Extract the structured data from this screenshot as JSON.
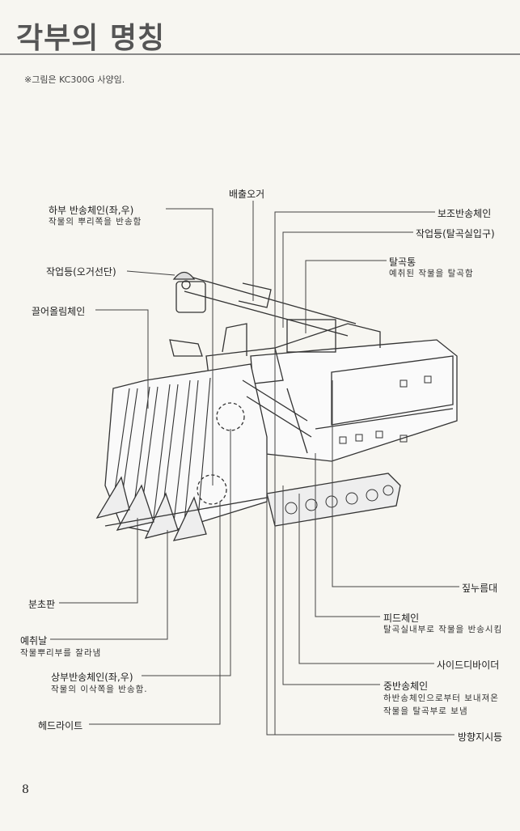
{
  "page": {
    "title": "각부의 명칭",
    "note": "※그림은 KC300G 사양임.",
    "page_number": "8"
  },
  "labels": {
    "discharge_auger": {
      "name": "배출오거"
    },
    "lower_conveyor_chain": {
      "name": "하부 반송체인(좌,우)",
      "desc": "작물의 뿌리쪽을 반송함"
    },
    "work_light_auger": {
      "name": "작업등(오거선단)"
    },
    "lifting_chain": {
      "name": "끌어올림체인"
    },
    "aux_conveyor_chain": {
      "name": "보조반송체인"
    },
    "work_light_thresher": {
      "name": "작업등(탈곡실입구)"
    },
    "threshing_drum": {
      "name": "탈곡통",
      "desc": "예취된 작물을 탈곡함"
    },
    "divider_plate": {
      "name": "분초판"
    },
    "cutting_blade": {
      "name": "예취날",
      "desc": "작물뿌리부를 잘라냄"
    },
    "upper_conveyor_chain": {
      "name": "상부반송체인(좌,우)",
      "desc": "작물의 이삭쪽을 반송함."
    },
    "headlight": {
      "name": "헤드라이트"
    },
    "straw_presser": {
      "name": "짚누름대"
    },
    "feed_chain": {
      "name": "피드체인",
      "desc": "탈곡실내부로 작물을 반송시킴"
    },
    "side_divider": {
      "name": "사이드디바이더"
    },
    "middle_conveyor_chain": {
      "name": "중반송체인",
      "desc1": "하반송체인으로부터 보내져온",
      "desc2": "작물을 탈곡부로 보냄"
    },
    "turn_signal": {
      "name": "방향지시등"
    }
  }
}
